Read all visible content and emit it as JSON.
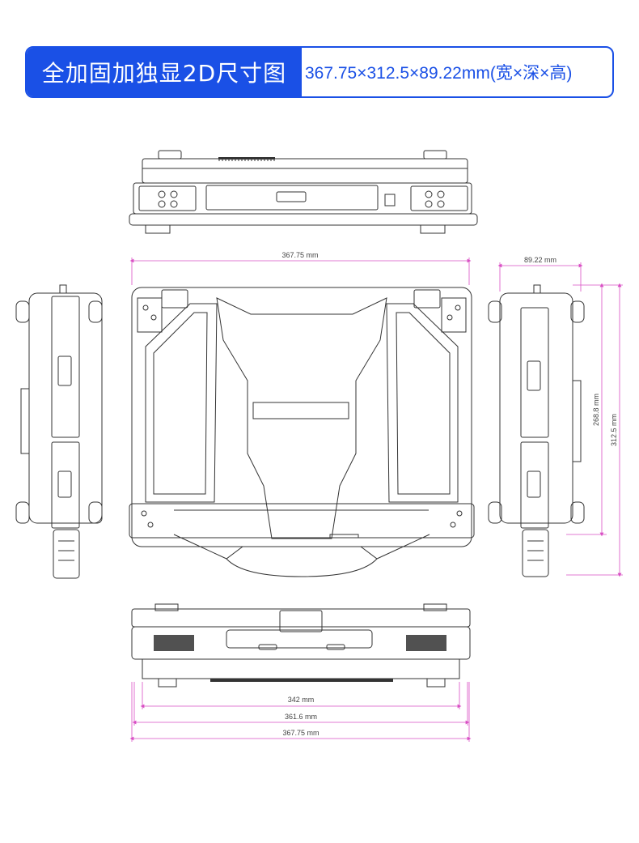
{
  "header": {
    "title": "全加固加独显2D尺寸图",
    "dimensions_text": "367.75×312.5×89.22mm(宽×深×高)"
  },
  "dimensions": {
    "top_width": "367.75 mm",
    "side_height": "89.22 mm",
    "side_depth_inner": "268.8 mm",
    "side_depth_total": "312.5 mm",
    "bottom_width_1": "342 mm",
    "bottom_width_2": "361.6 mm",
    "bottom_width_3": "367.75 mm"
  },
  "colors": {
    "accent": "#1a50e6",
    "dimension_line": "#d94fc4",
    "drawing_line": "#333333"
  }
}
